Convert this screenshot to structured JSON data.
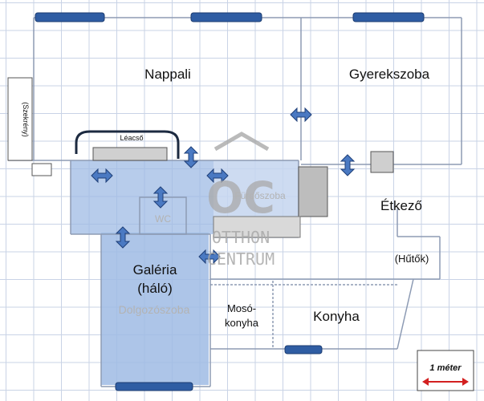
{
  "rooms": {
    "nappali": "Nappali",
    "gyerekszoba": "Gyerekszoba",
    "etkezo": "Étkező",
    "galeria_line1": "Galéria",
    "galeria_line2": "(háló)",
    "dolgozoszoba": "Dolgozószoba",
    "furdoszoba": "Fürdőszoba",
    "wc": "WC",
    "moso_line1": "Mosó-",
    "moso_line2": "konyha",
    "konyha": "Konyha",
    "hutok": "(Hűtők)",
    "szekreny": "(Szekrény)",
    "leacso": "Léacső"
  },
  "watermark": {
    "logo": "OC",
    "line1": "OTTHON",
    "line2": "CENTRUM"
  },
  "scale": {
    "label": "1 méter"
  },
  "colors": {
    "wall": "#8d9bb4",
    "window": "#2f5da3",
    "highlight": "#9fbbe4",
    "scale_arrow": "#d32020"
  }
}
